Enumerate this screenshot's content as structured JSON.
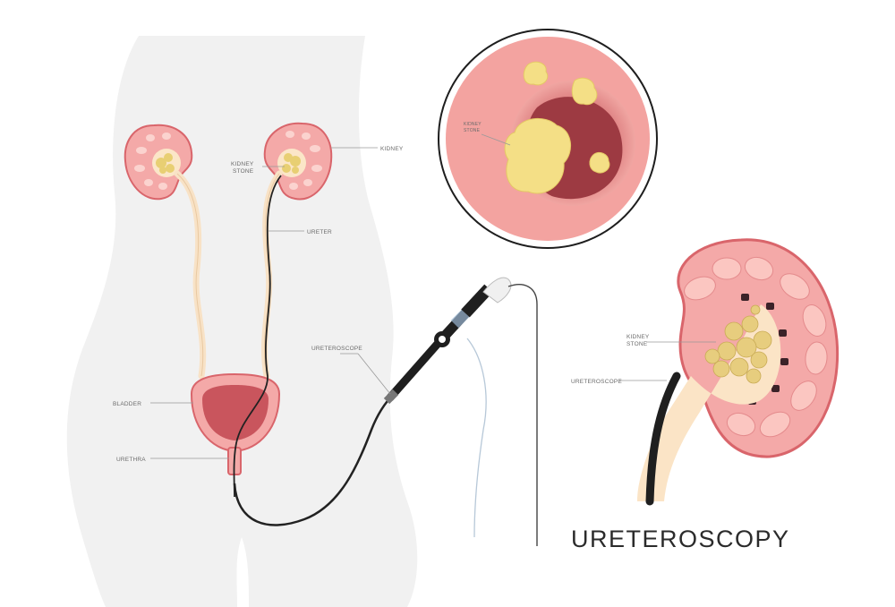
{
  "title": "URETEROSCOPY",
  "labels": {
    "kidney": "KIDNEY",
    "kidney_stone_line1": "KIDNEY",
    "kidney_stone_line2": "STONE",
    "ureter": "URETER",
    "ureteroscope": "URETEROSCOPE",
    "bladder": "BLADDER",
    "urethra": "URETHRA",
    "inset_kidney_stone_line1": "KIDNEY",
    "inset_kidney_stone_line2": "STONE",
    "detail_kidney_stone_line1": "KIDNEY",
    "detail_kidney_stone_line2": "STONE",
    "detail_ureteroscope": "URETEROSCOPE"
  },
  "colors": {
    "body": "#f1f1f1",
    "kidney_fill": "#f4a9a8",
    "kidney_outline": "#d9656b",
    "stone": "#f4df86",
    "ureter": "#f8e2c6",
    "bladder": "#c9555d",
    "scope": "#222222"
  }
}
